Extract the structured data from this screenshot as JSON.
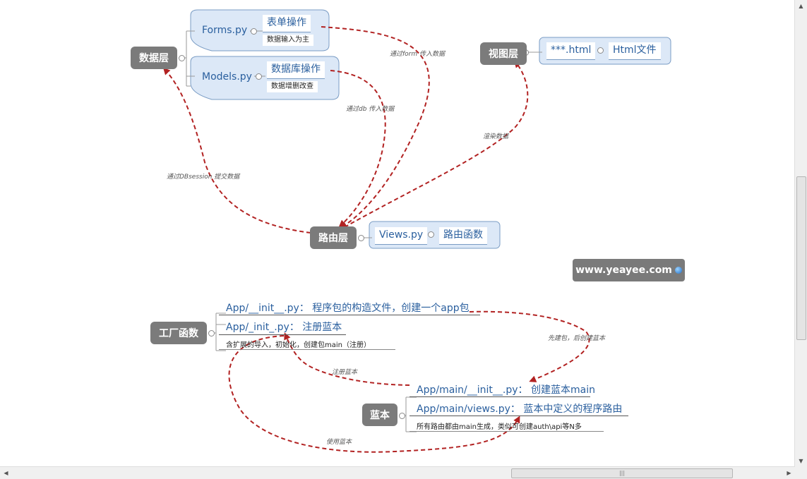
{
  "topics": {
    "data_layer": "数据层",
    "view_layer": "视图层",
    "route_layer": "路由层",
    "factory": "工厂函数",
    "blueprint": "蓝本"
  },
  "data_layer": {
    "forms": "Forms.py",
    "forms_op": "表单操作",
    "forms_note": "数据输入为主",
    "models": "Models.py",
    "models_op": "数据库操作",
    "models_note": "数据增删改查"
  },
  "view_layer": {
    "html": "***.html",
    "html_file": "Html文件"
  },
  "route_layer": {
    "views": "Views.py",
    "route_func": "路由函数"
  },
  "factory": {
    "init_pkg": "App/__init__.py： 程序包的构造文件，创建一个app包",
    "init_reg": "App/_init_.py： 注册蓝本",
    "init_note": "含扩展的导入，初始化，创建包main（注册）"
  },
  "blueprint": {
    "main_init": "App/main/__init__.py： 创建蓝本main",
    "main_views": "App/main/views.py： 蓝本中定义的程序路由",
    "main_note": "所有路由都由main生成，类似可创建auth\\api等N多"
  },
  "edges": {
    "form_to_route": "通过form 传入数据",
    "db_to_route": "通过db 传入数据",
    "render": "渲染数据",
    "session": "通过DBsession 提交数据",
    "create_first": "先建包，后创建蓝本",
    "register": "注册蓝本",
    "use": "使用蓝本"
  },
  "watermark": "www.yeayee.com",
  "colors": {
    "topic_bg": "#7b7b7b",
    "link_blue": "#2a5f9e",
    "arrow_red": "#b22222",
    "group_fill": "#dce8f7",
    "group_border": "#7a9cc4"
  },
  "scrollbar": {
    "h_grip": "|||"
  }
}
